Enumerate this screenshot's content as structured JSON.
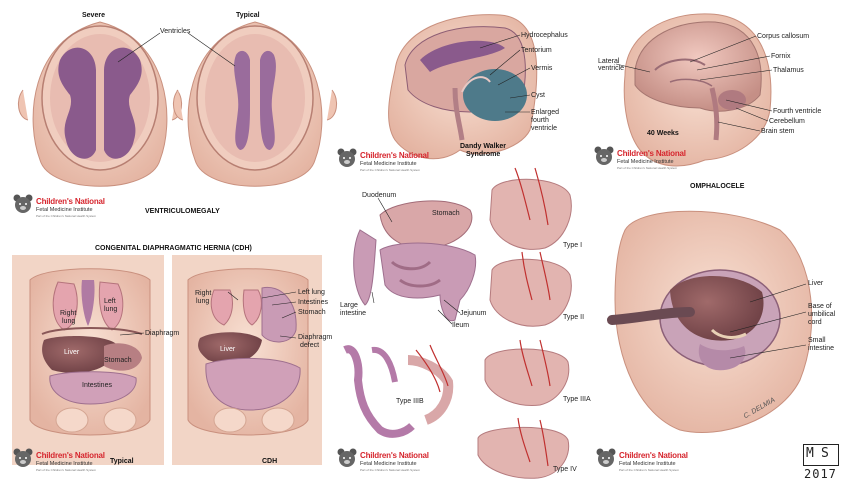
{
  "ventriculomegaly": {
    "title": "VENTRICULOMEGALY",
    "severe": "Severe",
    "typical": "Typical",
    "ventricles": "Ventricles"
  },
  "dandy_walker": {
    "title_line1": "Dandy Walker",
    "title_line2": "Syndrome",
    "hydrocephalus": "Hydrocephalus",
    "tentorium": "Tentorium",
    "vermis": "Vermis",
    "cyst": "Cyst",
    "enlarged_line1": "Enlarged",
    "enlarged_line2": "fourth",
    "enlarged_line3": "ventricle"
  },
  "brain_40wk": {
    "weeks": "40 Weeks",
    "lateral_line1": "Lateral",
    "lateral_line2": "ventricle",
    "corpus_callosum": "Corpus callosum",
    "fornix": "Fornix",
    "thalamus": "Thalamus",
    "fourth_ventricle": "Fourth ventricle",
    "cerebellum": "Cerebellum",
    "brain_stem": "Brain stem"
  },
  "cdh": {
    "title": "CONGENITAL DIAPHRAGMATIC HERNIA (CDH)",
    "right_lung_1": "Right",
    "right_lung_2": "lung",
    "left_lung_1": "Left",
    "left_lung_2": "lung",
    "diaphragm": "Diaphragm",
    "liver": "Liver",
    "stomach": "Stomach",
    "intestines": "Intestines",
    "typical": "Typical",
    "right_lung_b1": "Right",
    "right_lung_b2": "lung",
    "left_lung_b": "Left lung",
    "intestines_b": "Intestines",
    "stomach_b": "Stomach",
    "liver_b": "Liver",
    "diaphragm_defect_1": "Diaphragm",
    "diaphragm_defect_2": "defect",
    "cdh_label": "CDH"
  },
  "intestinal_atresia": {
    "duodenum": "Duodenum",
    "stomach": "Stomach",
    "large_intestine_1": "Large",
    "large_intestine_2": "intestine",
    "jejunum": "Jejunum",
    "ileum": "Ileum",
    "type_i": "Type I",
    "type_ii": "Type II",
    "type_iiib": "Type IIIB",
    "type_iiia": "Type IIIA",
    "type_iv": "Type IV"
  },
  "omphalocele": {
    "title": "OMPHALOCELE",
    "liver": "Liver",
    "base_1": "Base of",
    "base_2": "umbilical",
    "base_3": "cord",
    "small_1": "Small",
    "small_2": "intestine",
    "signature": "C. DELMIA"
  },
  "logo": {
    "name": "Children's National",
    "institute": "Fetal Medicine Institute",
    "tagline": "Part of the Children's National Health System"
  },
  "mark": {
    "m": "M",
    "s": "S",
    "year": "2017"
  },
  "colors": {
    "skin": "#f3d3c3",
    "skin_dark": "#e5b3a0",
    "ventricle": "#8a5a8c",
    "brain": "#c79a93",
    "cyst": "#4e7a8a",
    "liver": "#8a5858",
    "intestine": "#c99bb5",
    "lung": "#e4a4ae",
    "logo_red": "#d6262e"
  }
}
